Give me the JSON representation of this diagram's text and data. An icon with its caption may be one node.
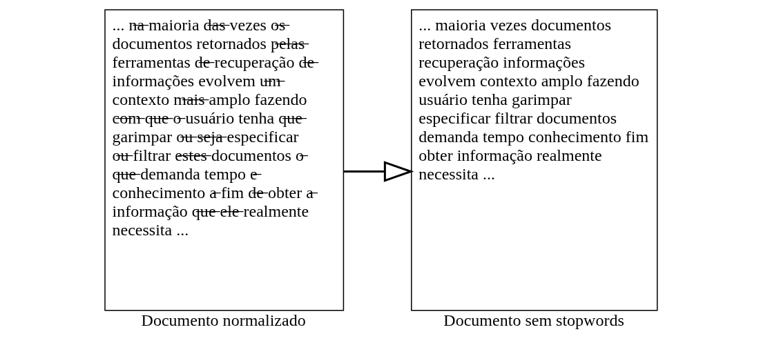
{
  "diagram": {
    "nodes": [
      {
        "text": [
          "... n̶a̶ maioria d̶a̶s̶ vezes o̶s̶ documentos retornados p̶e̶l̶a̶s̶ ferramentas d̶e̶ recuperação d̶e̶ informações evolvem u̶m̶ contexto m̶a̶i̶s̶ amplo fazendo c̶o̶m̶ q̶u̶e̶ o̶ usuário tenha q̶u̶e̶ garimpar o̶u̶ s̶e̶j̶a̶ especificar o̶u̶ filtrar e̶s̶t̶e̶s̶ documentos o̶ q̶u̶e̶ demanda tempo e̶ conhecimento a̶ fim d̶e̶ obter a̶ informação q̶u̶e̶ e̶l̶e̶ realmente necessita ..."
        ],
        "beside": [
          "Documento normalizado"
        ]
      },
      {
        "text": [
          "... maioria vezes documentos retornados ferramentas recuperação informações evolvem contexto amplo fazendo usuário tenha garimpar especificar filtrar documentos demanda tempo conhecimento fim obter informação realmente necessita ..."
        ],
        "beside": [
          "Documento sem stopwords"
        ]
      }
    ],
    "edges": [
      {
        "from": 0,
        "to": 1,
        "arrow": "to"
      }
    ]
  }
}
